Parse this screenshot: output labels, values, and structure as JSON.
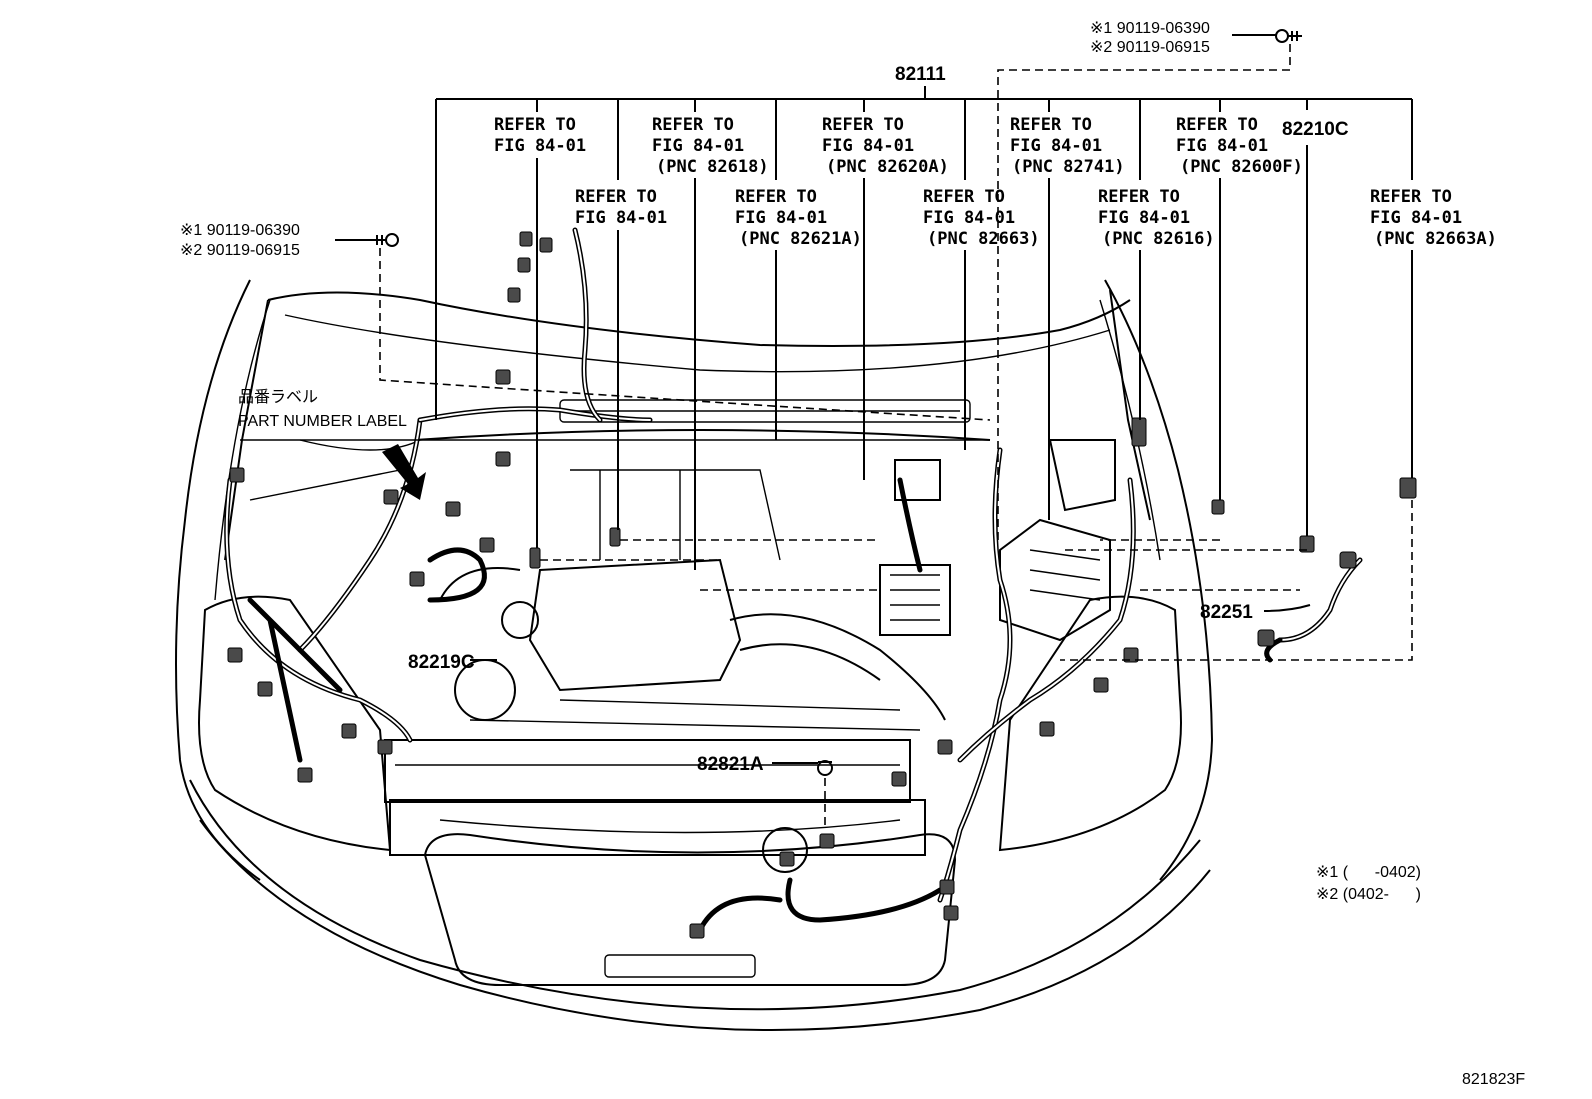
{
  "diagram": {
    "figure_code": "821823F",
    "part_numbers": {
      "main_harness": "82111",
      "relay_block": "82210C",
      "sub_harness": "82251",
      "engine_wire": "82219C",
      "cowl_wire": "82821A"
    },
    "bolt_top_right": {
      "line1": "※1 90119-06390",
      "line2": "※2 90119-06915"
    },
    "bolt_left": {
      "line1": "※1 90119-06390",
      "line2": "※2 90119-06915"
    },
    "part_label": {
      "japanese": "品番ラベル",
      "english": "PART NUMBER LABEL"
    },
    "refer_labels": [
      {
        "line1": "REFER TO",
        "line2": "FIG 84-01",
        "line3": ""
      },
      {
        "line1": "REFER TO",
        "line2": "FIG 84-01",
        "line3": "(PNC 82618)"
      },
      {
        "line1": "REFER TO",
        "line2": "FIG 84-01",
        "line3": "(PNC 82620A)"
      },
      {
        "line1": "REFER TO",
        "line2": "FIG 84-01",
        "line3": "(PNC 82741)"
      },
      {
        "line1": "REFER TO",
        "line2": "FIG 84-01",
        "line3": "(PNC 82600F)"
      },
      {
        "line1": "REFER TO",
        "line2": "FIG 84-01",
        "line3": ""
      },
      {
        "line1": "REFER TO",
        "line2": "FIG 84-01",
        "line3": "(PNC 82621A)"
      },
      {
        "line1": "REFER TO",
        "line2": "FIG 84-01",
        "line3": "(PNC 82663)"
      },
      {
        "line1": "REFER TO",
        "line2": "FIG 84-01",
        "line3": "(PNC 82616)"
      },
      {
        "line1": "REFER TO",
        "line2": "FIG 84-01",
        "line3": "(PNC 82663A)"
      }
    ],
    "notes": {
      "note1": "※1 (      -0402)",
      "note2": "※2 (0402-      )"
    }
  }
}
